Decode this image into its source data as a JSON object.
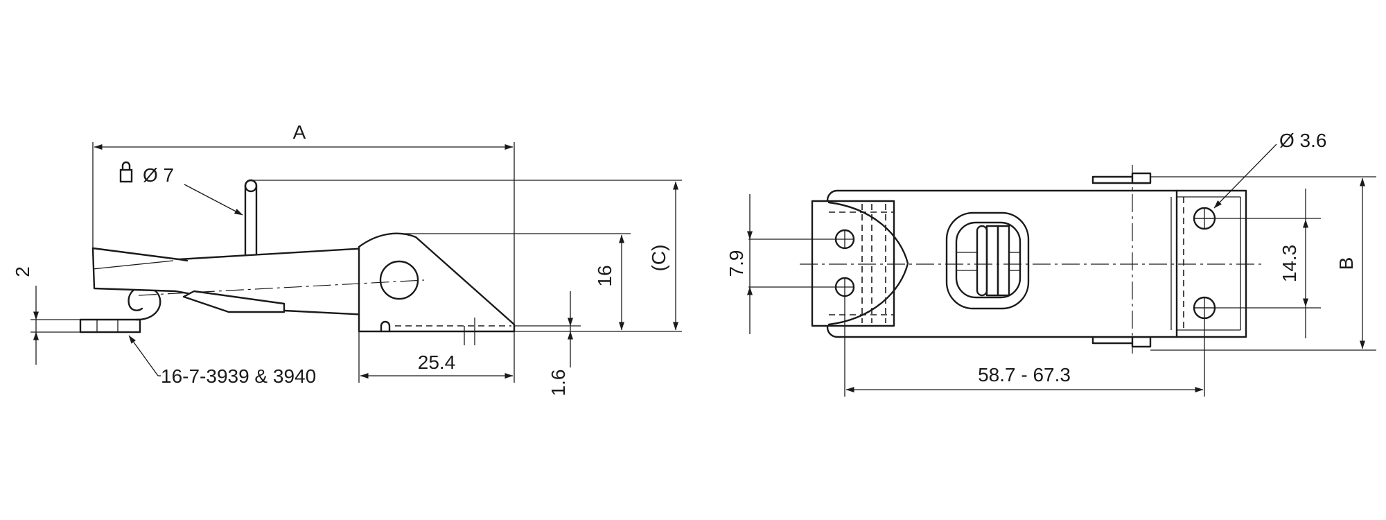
{
  "dimensions": {
    "overall_length": "A",
    "padlock_hole": "Ø 7",
    "height_c": "(C)",
    "pivot_height": "16",
    "base_offset": "25.4",
    "thickness": "1.6",
    "catch_height": "2",
    "catch_reference": "16-7-3939 & 3940",
    "hook_spacing": "7.9",
    "mount_hole_diameter": "Ø 3.6",
    "hole_spacing": "14.3",
    "width_b": "B",
    "adjust_range": "58.7 - 67.3"
  },
  "icons": {
    "padlock": "padlock-icon"
  }
}
